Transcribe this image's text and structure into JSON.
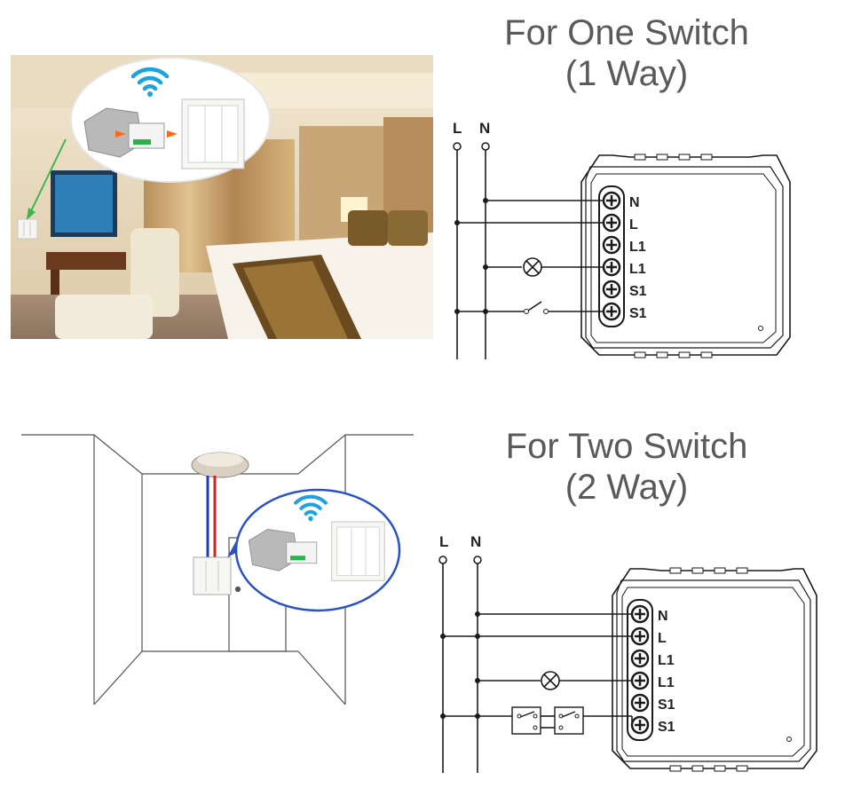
{
  "top": {
    "title_line1": "For One Switch",
    "title_line2": "(1 Way)",
    "line_labels": {
      "live": "L",
      "neutral": "N"
    },
    "terminals": [
      "N",
      "L",
      "L1",
      "L1",
      "S1",
      "S1"
    ]
  },
  "bottom": {
    "title_line1": "For Two Switch",
    "title_line2": "(2 Way)",
    "line_labels": {
      "live": "L",
      "neutral": "N"
    },
    "terminals": [
      "N",
      "L",
      "L1",
      "L1",
      "S1",
      "S1"
    ]
  },
  "colors": {
    "wire": "#1a1a1a",
    "title": "#5a5a5a",
    "wifi": "#1aa3e0",
    "bubble_border_bottom": "#2a52c4",
    "arrow_green": "#3cb54a",
    "live_wire": "#d42020",
    "neutral_wire": "#1f3fb0"
  },
  "icons": [
    "wifi-icon",
    "lamp-icon",
    "switch-icon",
    "arrow-icon"
  ]
}
